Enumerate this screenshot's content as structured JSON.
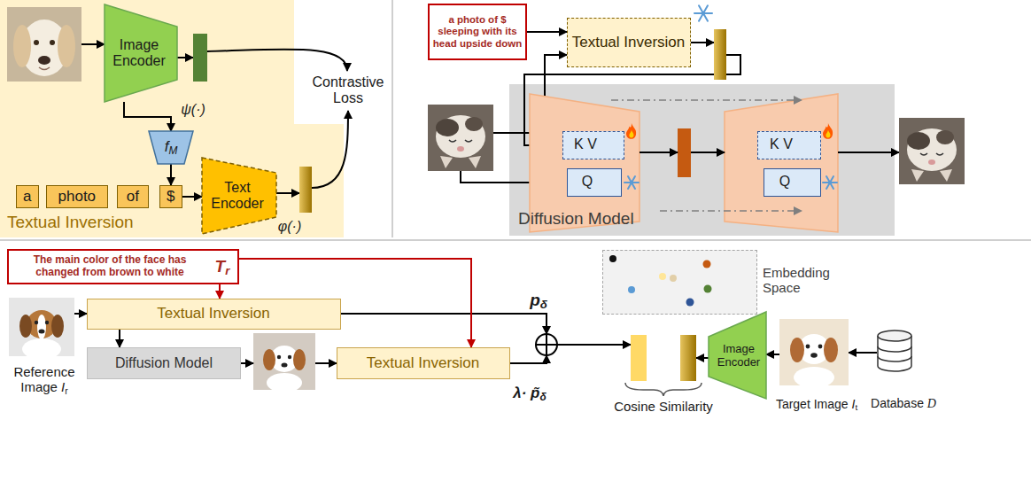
{
  "diagram": {
    "nodes": [
      {
        "text": [
          "Textual Inversion"
        ]
      },
      {
        "text": [
          "Image Encoder",
          "ψ(·)"
        ],
        "in": 0
      },
      {
        "text": [
          "fM"
        ],
        "in": 0
      },
      {
        "text": [
          "a"
        ],
        "in": 0
      },
      {
        "text": [
          "photo"
        ],
        "in": 0
      },
      {
        "text": [
          "of"
        ],
        "in": 0
      },
      {
        "text": [
          "$"
        ],
        "in": 0
      },
      {
        "text": [
          "Text Encoder",
          "φ(·)"
        ],
        "in": 0
      },
      {
        "text": [
          "a photo of $ sleeping with its head upside down"
        ]
      },
      {
        "text": [
          "Textual Inversion"
        ]
      },
      {
        "text": [
          "Diffusion Model"
        ]
      },
      {
        "text": [
          "K V"
        ],
        "in": 10
      },
      {
        "text": [
          "Q"
        ],
        "in": 10
      },
      {
        "text": [
          "K V"
        ],
        "in": 10
      },
      {
        "text": [
          "Q"
        ],
        "in": 10
      },
      {
        "text": [
          "The main color of the face has changed from brown to white",
          "Tr"
        ]
      },
      {
        "text": [
          "Textual Inversion"
        ]
      },
      {
        "text": [
          "Diffusion Model"
        ]
      },
      {
        "text": [
          "Textual Inversion"
        ]
      },
      {
        "text": [
          "Embedding Space"
        ]
      },
      {
        "text": [
          "Image Encoder"
        ]
      },
      {
        "text": [
          "Database D"
        ]
      }
    ],
    "edges": [
      {
        "from": 1,
        "to": 2,
        "arrow": "to"
      },
      {
        "from": 2,
        "to": 6,
        "arrow": "to"
      },
      {
        "from": 6,
        "to": 7,
        "arrow": "to"
      },
      {
        "from": 8,
        "to": 9,
        "arrow": "to"
      },
      {
        "from": 15,
        "to": 16,
        "arrow": "to"
      },
      {
        "from": 15,
        "to": 18,
        "arrow": "to"
      },
      {
        "from": 16,
        "to": 17,
        "arrow": "to"
      }
    ],
    "labels": [
      "Contrastive Loss",
      "pδ",
      "λ· p̃δ",
      "Cosine Similarity",
      "Reference Image Ir",
      "Target Image It"
    ]
  }
}
